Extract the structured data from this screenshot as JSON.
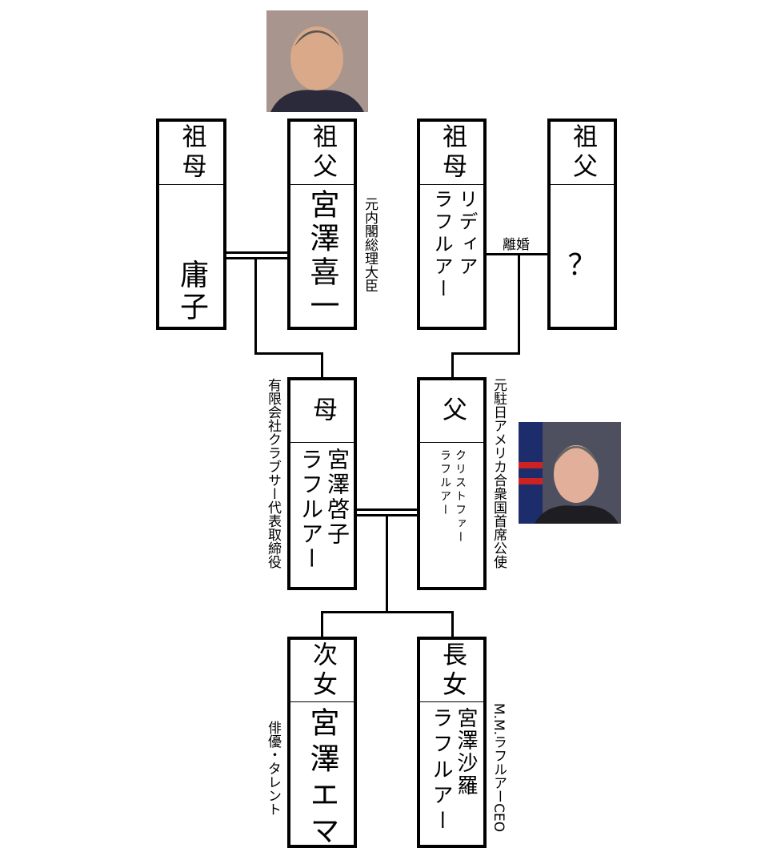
{
  "title": "宮澤家家系図",
  "row1": [
    {
      "role": "祖母",
      "name": "庸子"
    },
    {
      "role": "祖父",
      "name": "宮澤喜一",
      "note": "元内閣総理大臣"
    },
    {
      "role": "祖母",
      "name_a": "リディア",
      "name_b": "ラフルアー"
    },
    {
      "role": "祖父",
      "name": "？"
    }
  ],
  "divorce_label": "離婚",
  "row2": [
    {
      "role": "母",
      "name_a": "宮澤啓子",
      "name_b": "ラフルアー",
      "note": "有限会社クラブサー代表取締役"
    },
    {
      "role": "父",
      "name_a": "クリストファー",
      "name_b": "ラフルアー",
      "note": "元駐日アメリカ合衆国首席公使"
    }
  ],
  "row3": [
    {
      "role": "次女",
      "name": "宮澤エマ",
      "note": "俳優・タレント"
    },
    {
      "role": "長女",
      "name_a": "宮澤沙羅",
      "name_b": "ラフルアー",
      "note": "M.M.ラフルアーCEO"
    }
  ]
}
